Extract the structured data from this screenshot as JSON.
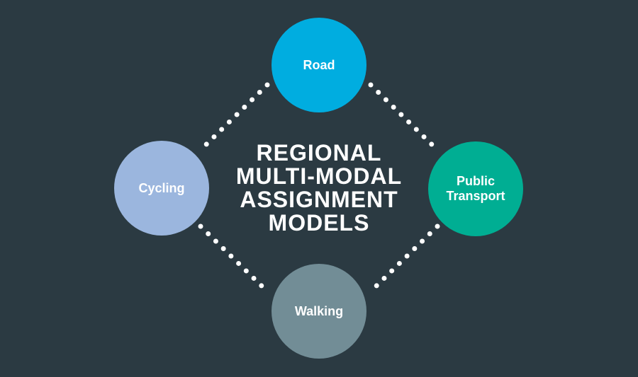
{
  "background_color": "#2b3a42",
  "title_lines": [
    "REGIONAL",
    "MULTI-MODAL",
    "ASSIGNMENT",
    "MODELS"
  ],
  "nodes": {
    "road": {
      "label": "Road",
      "color": "#00ade0"
    },
    "public_transport": {
      "label": "Public\nTransport",
      "color": "#00ae93"
    },
    "cycling": {
      "label": "Cycling",
      "color": "#9bb6de"
    },
    "walking": {
      "label": "Walking",
      "color": "#728d96"
    }
  },
  "connector_style": "white-dotted"
}
